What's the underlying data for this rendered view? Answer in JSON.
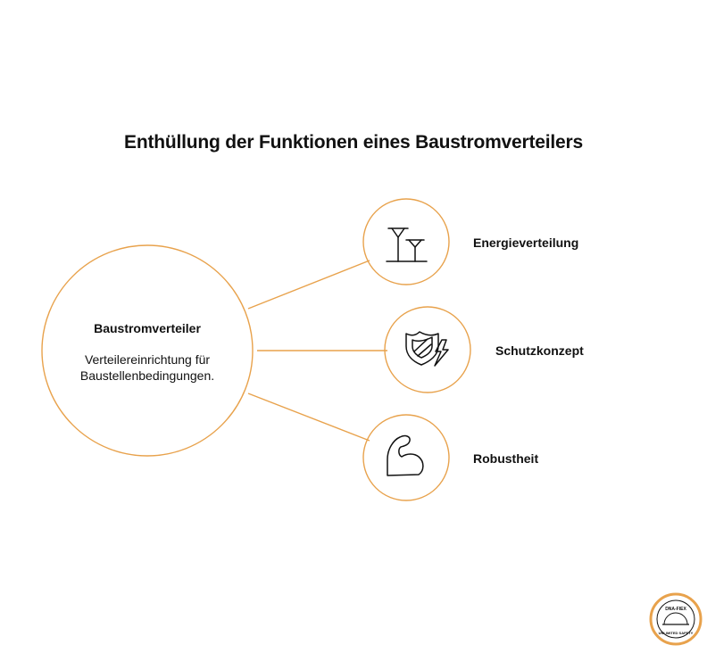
{
  "title": "Enthüllung der Funktionen eines Baustromverteilers",
  "colors": {
    "accent": "#E8A24C",
    "text": "#111111"
  },
  "center": {
    "title": "Baustromverteiler",
    "description": "Verteilereinrichtung für Baustellenbedingungen."
  },
  "nodes": [
    {
      "label": "Energieverteilung",
      "icon": "power-line-icon"
    },
    {
      "label": "Schutzkonzept",
      "icon": "shield-lightning-icon"
    },
    {
      "label": "Robustheit",
      "icon": "flexed-arm-icon"
    }
  ],
  "logo": {
    "text_top": "DNA-FIEX",
    "text_bottom": "UNLIMITED SAFETY"
  }
}
